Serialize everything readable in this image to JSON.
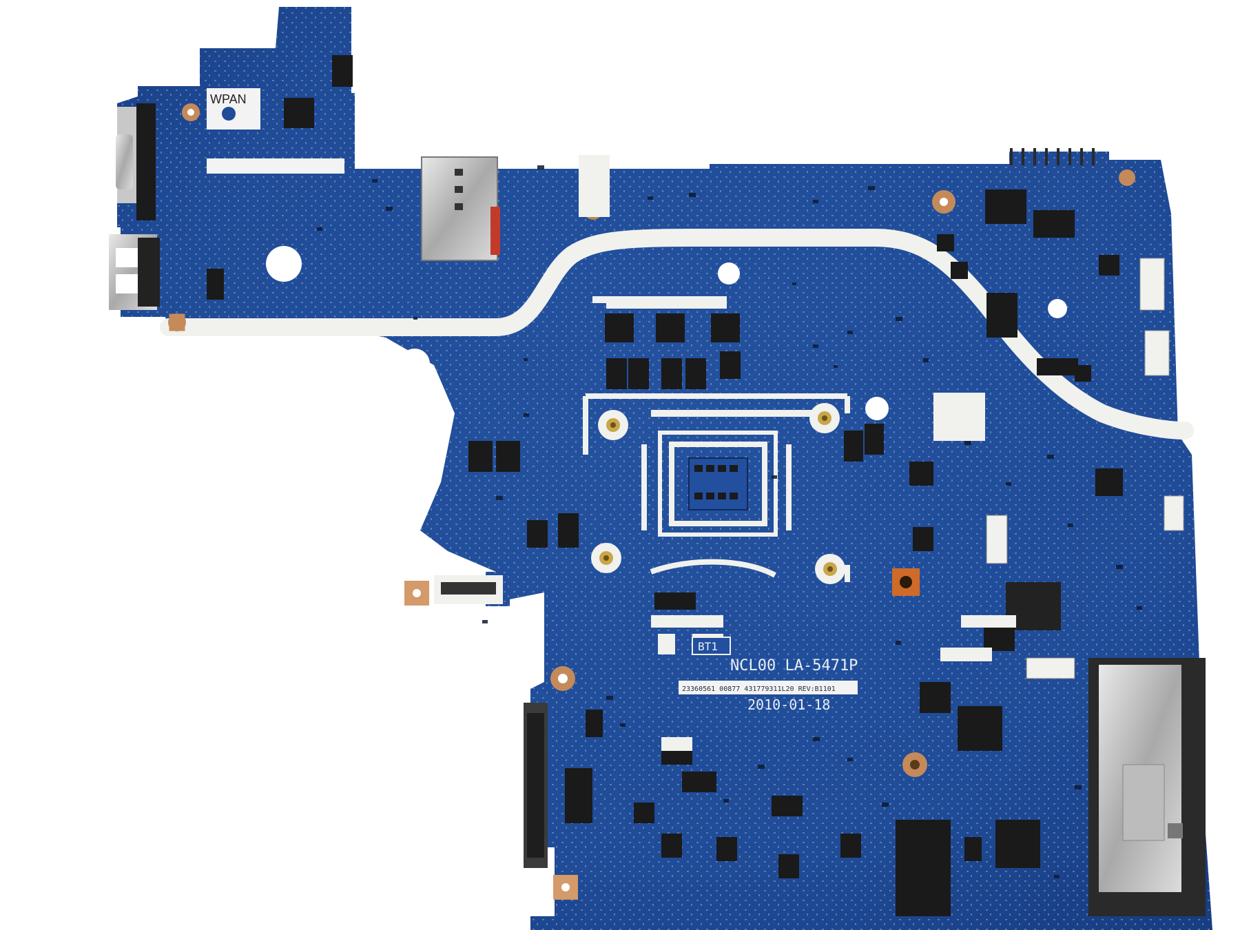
{
  "photo": {
    "subject": "laptop motherboard",
    "background_color": "#ffffff",
    "board_color": "#1f4d9c",
    "trace_color": "#f0f0ee"
  },
  "silkscreen": {
    "wpan_label": "WPAN",
    "model_label": "NCL00 LA-5471P",
    "date_label": "2010-01-18",
    "rev_label": "BT1",
    "serial_label": "23360561 00877 431779311L20 REV:B1101"
  }
}
